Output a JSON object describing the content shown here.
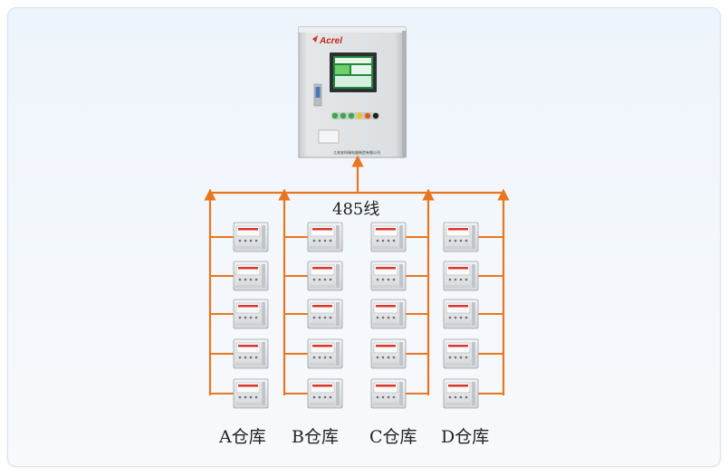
{
  "panel": {
    "brand": "Acrel",
    "footer_text": "江苏安科瑞电器制造有限公司"
  },
  "bus_label": "485线",
  "warehouses": [
    {
      "label": "A仓库",
      "meter_count": 5
    },
    {
      "label": "B仓库",
      "meter_count": 5
    },
    {
      "label": "C仓库",
      "meter_count": 5
    },
    {
      "label": "D仓库",
      "meter_count": 5
    }
  ],
  "colors": {
    "wire": "#e8761e",
    "meter_body": "#e6e8ea",
    "meter_accent": "#d9352b",
    "panel_body": "#dfe1e3",
    "screen": "#1f8a3a"
  }
}
